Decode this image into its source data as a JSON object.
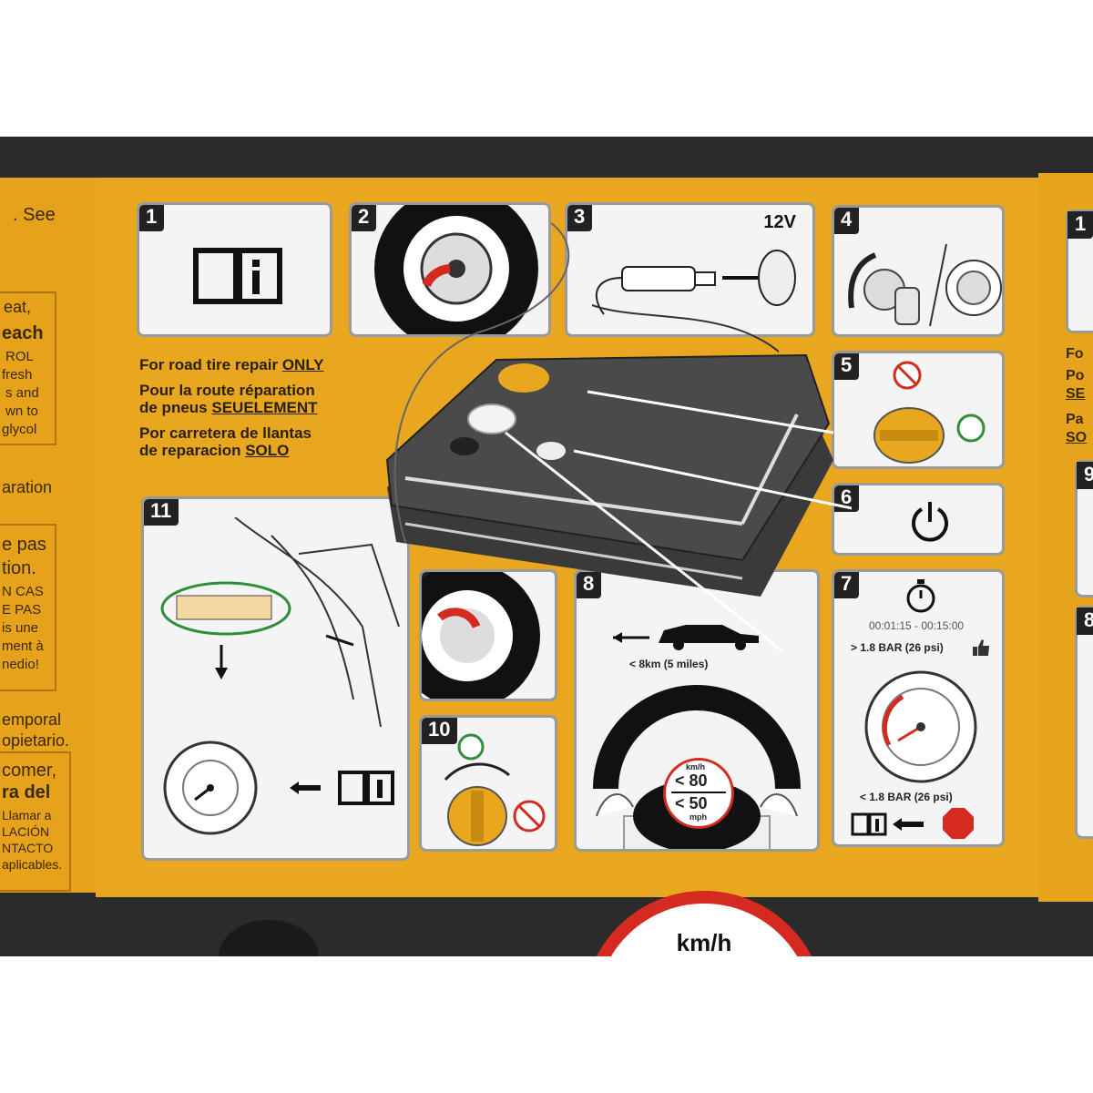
{
  "left_edge": {
    "lines": [
      ". See",
      "eat,",
      "each",
      "ROL",
      "fresh",
      "s and",
      "wn to",
      "glycol",
      "aration",
      "e pas",
      "tion.",
      "N CAS",
      "E PAS",
      "is une",
      "ment à",
      "nedio!",
      "emporal",
      "opietario.",
      "comer,",
      "ra del",
      "Llamar a",
      "LACIÓN",
      "NTACTO",
      "aplicables."
    ]
  },
  "right_edge": {
    "lines": [
      "1",
      "Fo",
      "Po",
      "SE",
      "Pa",
      "SO",
      "9",
      "8"
    ]
  },
  "steps": {
    "s1": "1",
    "s2": "2",
    "s3": "3",
    "s4": "4",
    "s5": "5",
    "s6": "6",
    "s7": "7",
    "s8": "8",
    "s9": "9",
    "s10": "10",
    "s11": "11"
  },
  "step3_voltage": "12V",
  "notes": {
    "en_prefix": "For road tire repair ",
    "en_emph": "ONLY",
    "fr_line1": "Pour la route réparation",
    "fr_prefix": "de pneus ",
    "fr_emph": "SEUELEMENT",
    "es_line1": "Por carretera de llantas",
    "es_prefix": "de reparacion ",
    "es_emph": "SOLO"
  },
  "step7": {
    "time_range": "00:01:15 - 00:15:00",
    "above": "> 1.8 BAR (26 psi)",
    "below": "< 1.8 BAR (26 psi)"
  },
  "step8": {
    "distance": "< 8km (5 miles)",
    "kmh_unit": "km/h",
    "kmh_value": "< 80",
    "mph_value": "< 50",
    "mph_unit": "mph"
  },
  "bottom_badge": "km/h",
  "colors": {
    "card": "#e8a71e",
    "panel_bg": "#f4f4f4",
    "frame": "#2b2b2b",
    "accent_red": "#d42a20",
    "accent_green": "#2f8f3a"
  }
}
